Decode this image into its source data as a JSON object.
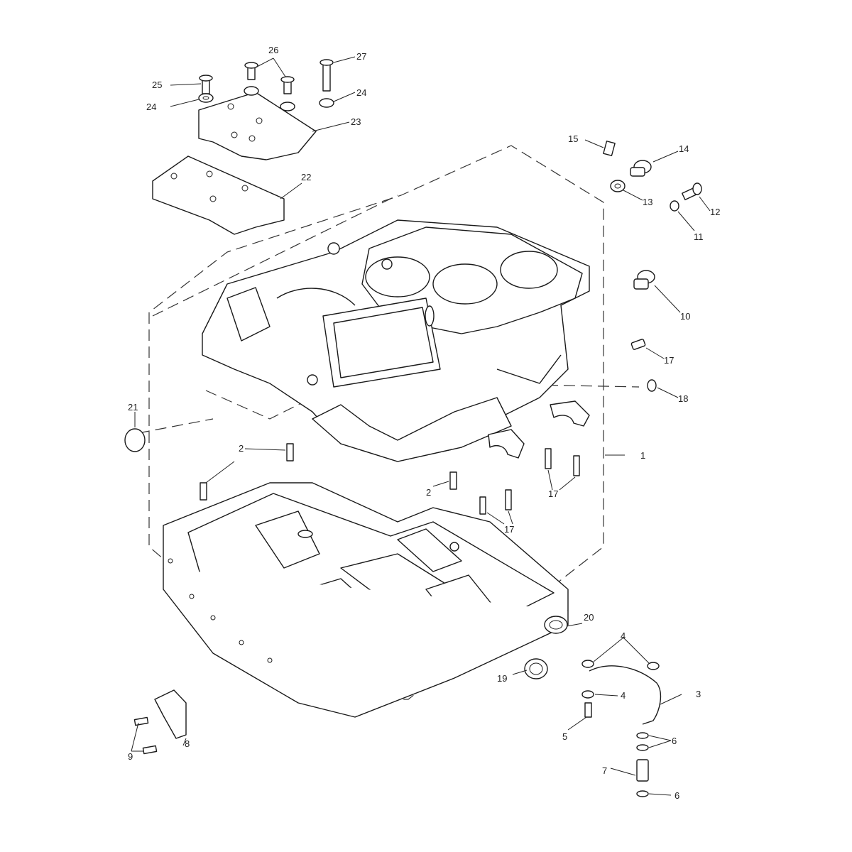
{
  "diagram": {
    "callouts": [
      {
        "id": "c1",
        "label": "1"
      },
      {
        "id": "c2a",
        "label": "2"
      },
      {
        "id": "c2b",
        "label": "2"
      },
      {
        "id": "c3",
        "label": "3"
      },
      {
        "id": "c4a",
        "label": "4"
      },
      {
        "id": "c4b",
        "label": "4"
      },
      {
        "id": "c5",
        "label": "5"
      },
      {
        "id": "c6a",
        "label": "6"
      },
      {
        "id": "c6b",
        "label": "6"
      },
      {
        "id": "c7",
        "label": "7"
      },
      {
        "id": "c8",
        "label": "8"
      },
      {
        "id": "c9",
        "label": "9"
      },
      {
        "id": "c10",
        "label": "10"
      },
      {
        "id": "c11",
        "label": "11"
      },
      {
        "id": "c12",
        "label": "12"
      },
      {
        "id": "c13",
        "label": "13"
      },
      {
        "id": "c14",
        "label": "14"
      },
      {
        "id": "c15",
        "label": "15"
      },
      {
        "id": "c17a",
        "label": "17"
      },
      {
        "id": "c17b",
        "label": "17"
      },
      {
        "id": "c17c",
        "label": "17"
      },
      {
        "id": "c18",
        "label": "18"
      },
      {
        "id": "c19",
        "label": "19"
      },
      {
        "id": "c20",
        "label": "20"
      },
      {
        "id": "c21",
        "label": "21"
      },
      {
        "id": "c22",
        "label": "22"
      },
      {
        "id": "c23",
        "label": "23"
      },
      {
        "id": "c24a",
        "label": "24"
      },
      {
        "id": "c24b",
        "label": "24"
      },
      {
        "id": "c25",
        "label": "25"
      },
      {
        "id": "c26",
        "label": "26"
      },
      {
        "id": "c27",
        "label": "27"
      }
    ]
  }
}
